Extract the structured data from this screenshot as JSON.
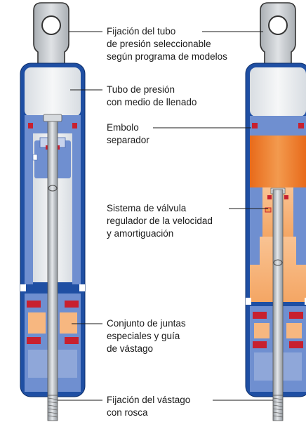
{
  "labels": {
    "mount_tube": [
      "Fijación del tubo",
      "de presión seleccionable",
      "según programa de modelos"
    ],
    "pressure_tube": [
      "Tubo de presión",
      "con medio de llenado"
    ],
    "piston": [
      "Embolo",
      "separador"
    ],
    "valve": [
      "Sistema de válvula",
      "regulador de la velocidad",
      "y amortiguación"
    ],
    "seals": [
      "Conjunto de juntas",
      "especiales y guía",
      "de vástago"
    ],
    "rod_mount": [
      "Fijación del vástago",
      "con rosca"
    ]
  },
  "colors": {
    "outer_shell": "#1f4fa3",
    "inner_blue": "#6f8fd0",
    "gas_chamber": "#e9ecef",
    "oil_dark": "#ee7a2a",
    "oil_light": "#f7b780",
    "seal_red": "#c8202f",
    "rod_gray": "#b9bec4",
    "mount_gray": "#bfc3c7"
  }
}
